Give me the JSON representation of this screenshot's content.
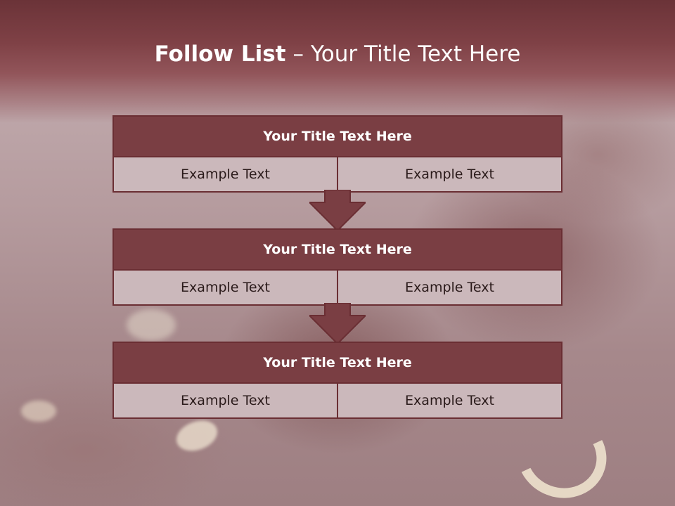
{
  "slide": {
    "title_bold": "Follow List",
    "title_separator": "–",
    "title_rest": "Your Title Text Here",
    "colors": {
      "band": "#7f4146",
      "box_header": "#7a3e43",
      "box_cell": "#cbb8bb",
      "border": "#6a2e33",
      "arrow": "#7a3e43"
    },
    "steps": [
      {
        "heading": "Your Title Text Here",
        "left_text": "Example Text",
        "right_text": "Example Text"
      },
      {
        "heading": "Your Title Text Here",
        "left_text": "Example Text",
        "right_text": "Example Text"
      },
      {
        "heading": "Your Title Text Here",
        "left_text": "Example Text",
        "right_text": "Example Text"
      }
    ],
    "connector_icon": "down-arrow-icon"
  }
}
